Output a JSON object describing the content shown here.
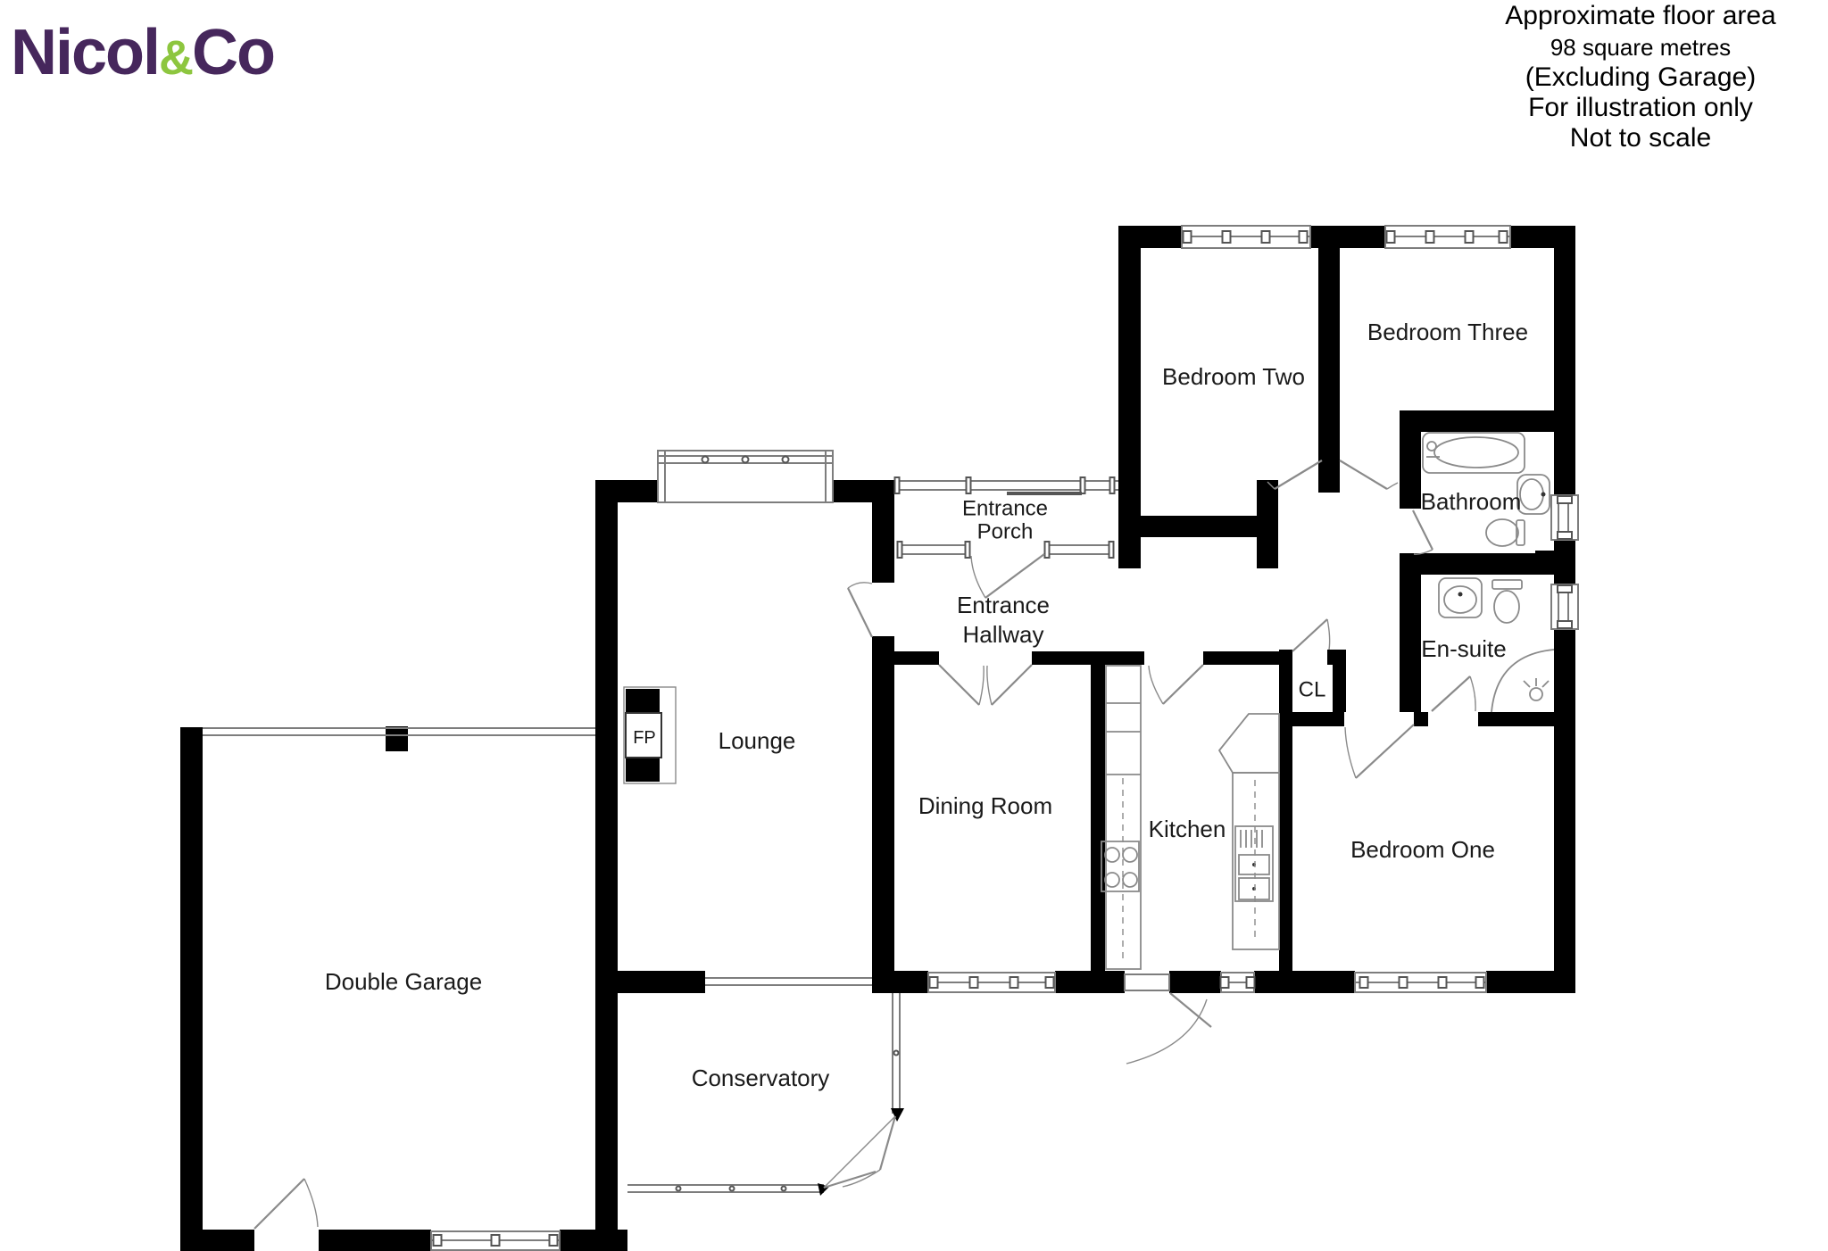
{
  "logo": {
    "name1": "Nicol",
    "amp": "&",
    "name2": "Co"
  },
  "floor_note": {
    "line1": "Approximate floor area",
    "line2": "98 square metres",
    "line3": "(Excluding Garage)",
    "line4": "For illustration only",
    "line5": "Not to scale"
  },
  "labels": {
    "bedroom_two": "Bedroom Two",
    "bedroom_three": "Bedroom Three",
    "bathroom": "Bathroom",
    "en_suite": "En-suite",
    "closet": "CL",
    "bedroom_one": "Bedroom One",
    "lounge": "Lounge",
    "fireplace": "FP",
    "dining_room": "Dining Room",
    "kitchen": "Kitchen",
    "double_garage": "Double Garage",
    "conservatory": "Conservatory",
    "porch": [
      "Entrance",
      "Porch"
    ],
    "hallway": [
      "Entrance",
      "Hallway"
    ]
  },
  "colors": {
    "wall": "#000000",
    "window_line": "#7d7d7d",
    "door_line": "#8a8a8a",
    "fixture_line": "#8a8a8a",
    "text": "#1a1a1a",
    "logo_purple": "#46275c",
    "logo_green": "#8dc63f"
  }
}
